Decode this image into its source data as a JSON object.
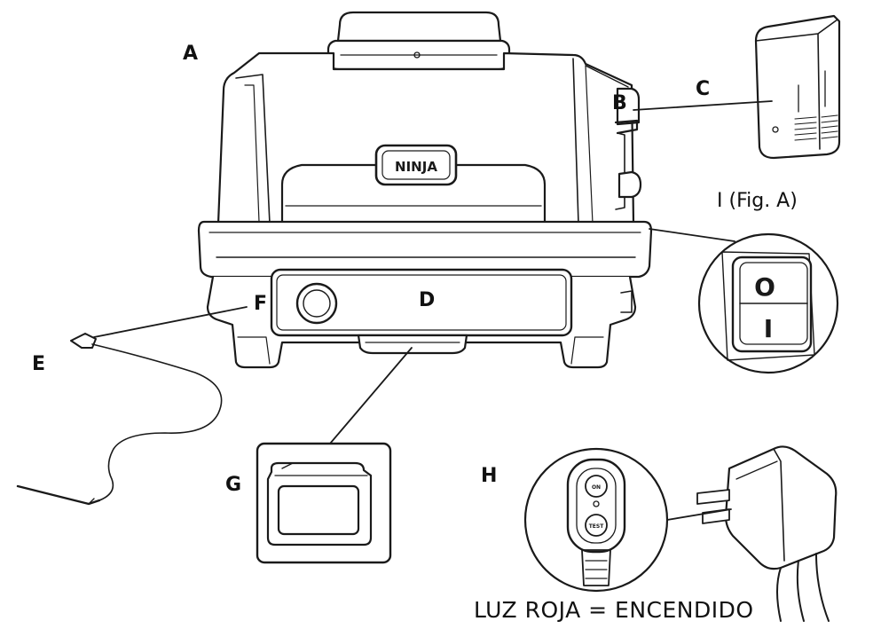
{
  "brand": "NINJA",
  "labels": {
    "A": "A",
    "B": "B",
    "C": "C",
    "D": "D",
    "E": "E",
    "F": "F",
    "G": "G",
    "H": "H",
    "I": "I (Fig. A)"
  },
  "switch_symbols": {
    "off": "O",
    "on": "I"
  },
  "plug_buttons": {
    "top": "ON",
    "bottom": "TEST"
  },
  "caption": "LUZ ROJA = ENCENDIDO"
}
